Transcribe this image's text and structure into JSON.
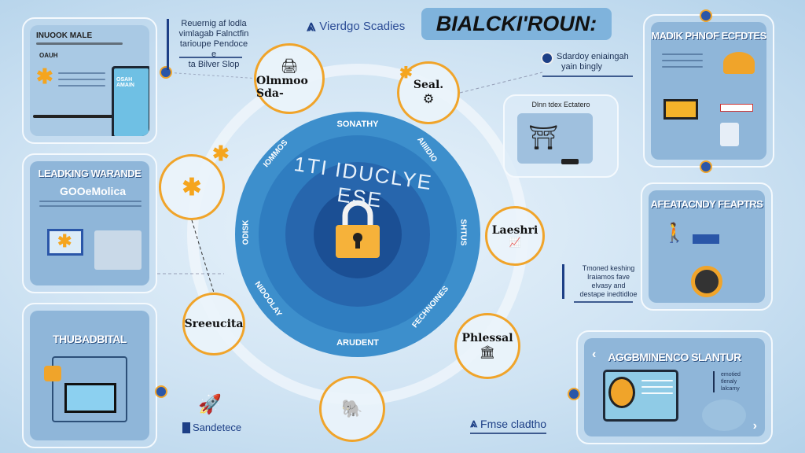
{
  "header": {
    "title": "BIALCKI'ROUN:",
    "logo": "Vierdgo Scadies"
  },
  "notes": {
    "top_left": [
      "Reuernig af lodla",
      "vimlagab Falnctfin",
      "tarioupe Pendoce e",
      "ta Bilver Slop"
    ],
    "top_right": [
      "Sdardoy eniaingah",
      "yain bingly"
    ],
    "mid_right": [
      "Tmoned keshing",
      "Iraiamos fave",
      "elvasy and",
      "destape inedtidloe"
    ]
  },
  "cards": {
    "top_left": {
      "title": "INUOOK MALE",
      "sub": "OAUH",
      "tablet": "OSAH AMAIN"
    },
    "mid_left": {
      "title": "LEADKING WARANDE",
      "sub": "GOOeMolica"
    },
    "bottom_left": {
      "title": "THUBADBITAL"
    },
    "top_center_right": {
      "title": "Dlnn tdex Ectatero"
    },
    "top_right": {
      "title": "MADIK PHNOF ECFDTES"
    },
    "mid_right": {
      "title": "AFEATACNDY FEAPTRS"
    },
    "bottom_right": {
      "title": "AGGBMINENCO SLANTUR",
      "nav_prev": "‹",
      "nav_next": "›",
      "side_note": [
        "emotied",
        "tlenaly",
        "lalcamy"
      ]
    }
  },
  "ring": {
    "center_text": "1TI IDUCLYE ESE",
    "labels": [
      "SONATHY",
      "AIIIIDIO",
      "SHTUS",
      "FECHNOINES",
      "ARUDENT",
      "NIDOOLAY",
      "ODISK",
      "IOMMOS"
    ],
    "center_icon": "padlock-icon"
  },
  "orbits": [
    "Olmmoo Sda-",
    "Seal.",
    "",
    "Laeshri",
    "Sreeucita",
    "Phlessal",
    ""
  ],
  "footer": {
    "left": "Sandetece",
    "right": "Fmse cladtho"
  },
  "colors": {
    "accent": "#f0a42a",
    "ring": "#2f7dc0",
    "ring_dark": "#1b4f94",
    "card": "#8fb6d9"
  }
}
